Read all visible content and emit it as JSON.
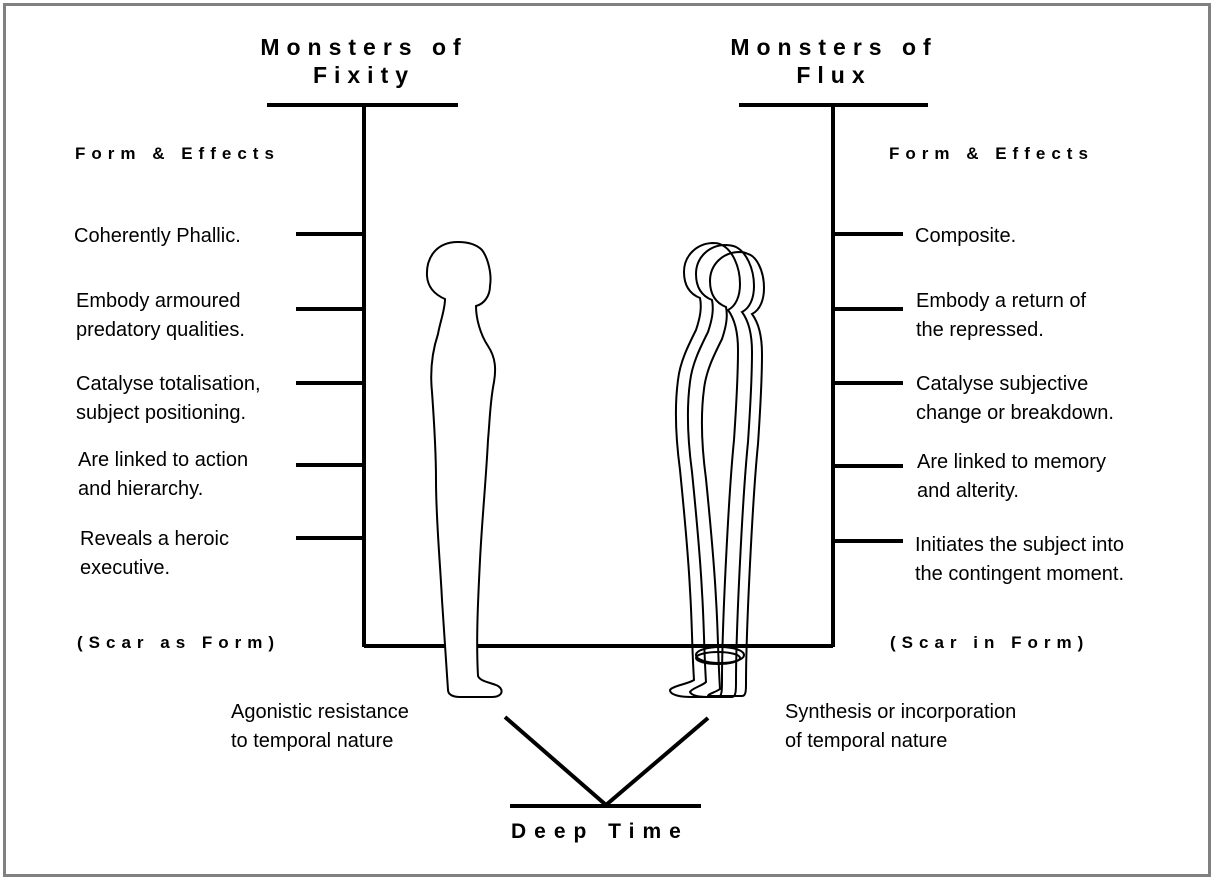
{
  "left": {
    "title": "Monsters of\nFixity",
    "subtitle": "Form & Effects",
    "items": [
      "Coherently Phallic.",
      "Embody armoured\npredatory qualities.",
      "Catalyse totalisation,\nsubject positioning.",
      "Are linked to action\nand hierarchy.",
      "Reveals a heroic\nexecutive."
    ],
    "footer": "(Scar as Form)",
    "note": "Agonistic resistance\nto temporal nature"
  },
  "right": {
    "title": "Monsters of\nFlux",
    "subtitle": "Form & Effects",
    "items": [
      "Composite.",
      "Embody a return of\nthe repressed.",
      "Catalyse subjective\nchange or breakdown.",
      "Are linked to memory\nand alterity.",
      "Initiates the subject into\nthe contingent moment."
    ],
    "footer": "(Scar in Form)",
    "note": "Synthesis or incorporation\nof temporal nature"
  },
  "bottom": {
    "label": "Deep Time"
  },
  "colors": {
    "line": "#000000",
    "frame": "#808080"
  }
}
